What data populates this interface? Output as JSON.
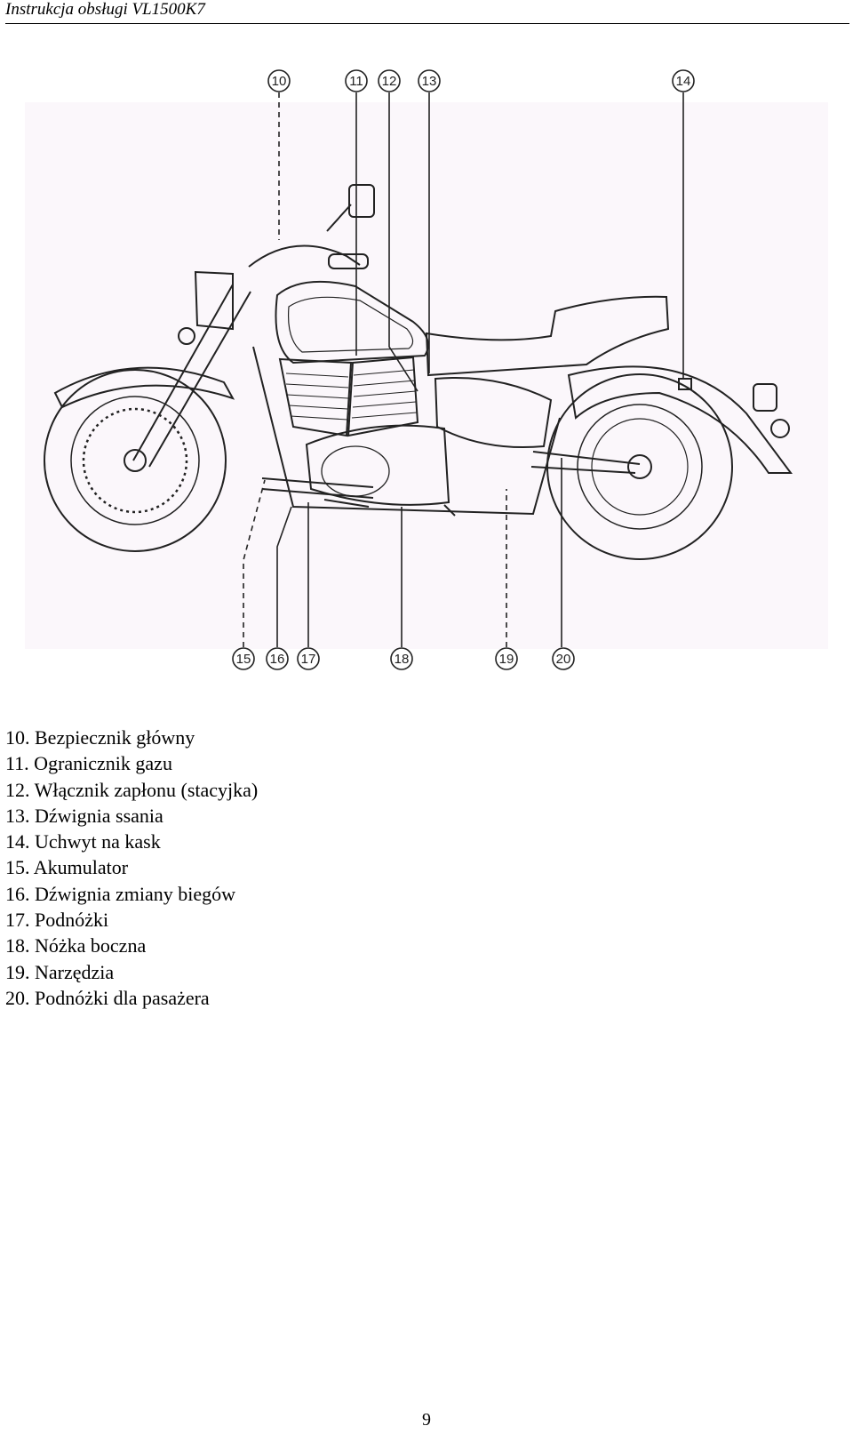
{
  "header": {
    "title": "Instrukcja obsługi VL1500K7"
  },
  "figure": {
    "callouts_top": [
      "10",
      "11",
      "12",
      "13",
      "14"
    ],
    "callouts_bottom": [
      "15",
      "16",
      "17",
      "18",
      "19",
      "20"
    ]
  },
  "legend": {
    "items": [
      "10. Bezpiecznik główny",
      "11. Ogranicznik gazu",
      "12. Włącznik zapłonu (stacyjka)",
      "13. Dźwignia ssania",
      "14. Uchwyt na kask",
      "15. Akumulator",
      "16. Dźwignia zmiany biegów",
      "17. Podnóżki",
      "18. Nóżka boczna",
      "19. Narzędzia",
      "20. Podnóżki dla pasażera"
    ]
  },
  "footer": {
    "page_number": "9"
  }
}
